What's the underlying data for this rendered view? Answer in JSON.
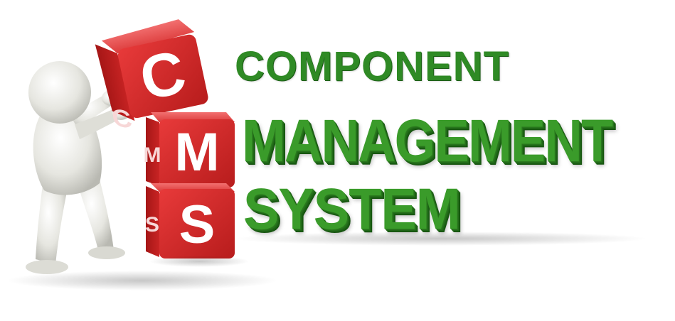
{
  "cubes": [
    {
      "letter": "C",
      "side_letter": "C"
    },
    {
      "letter": "M",
      "side_letter": "M"
    },
    {
      "letter": "S",
      "side_letter": "S"
    }
  ],
  "headline": {
    "line1": "COMPONENT",
    "line2": "MANAGEMENT",
    "line3": "SYSTEM"
  },
  "colors": {
    "cube_red": "#d42a2a",
    "headline_green": "#3a9b2a",
    "figure_white": "#e8e8e2"
  }
}
